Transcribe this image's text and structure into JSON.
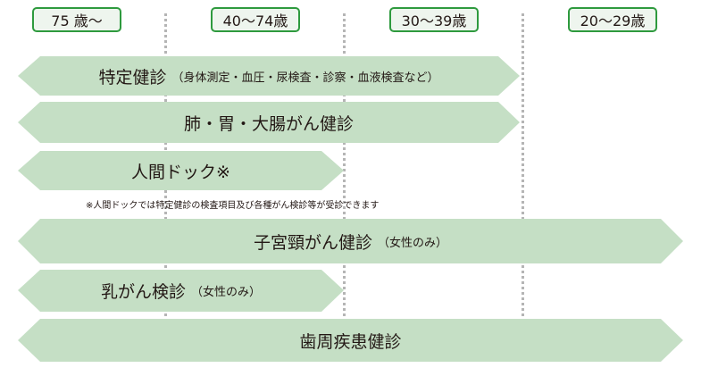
{
  "colors": {
    "fill": "#c5dfc5",
    "border": "#2e9a3e",
    "header_bg": "#eef5ee"
  },
  "age_groups": [
    "75 歳～",
    "40～74歳",
    "30～39歳",
    "20～29歳"
  ],
  "exams": [
    {
      "name": "特定健診",
      "note": "（身体測定・血圧・尿検査・診察・血液検査など）",
      "ages": [
        "75 歳～",
        "40～74歳"
      ]
    },
    {
      "name": "肺・胃・大腸がん健診",
      "note": "",
      "ages": [
        "75 歳～",
        "40～74歳"
      ]
    },
    {
      "name": "人間ドック※",
      "note": "",
      "ages": [
        "75 歳～"
      ]
    },
    {
      "name": "子宮頸がん健診",
      "note": "（女性のみ）",
      "ages": [
        "75 歳～",
        "40～74歳",
        "30～39歳",
        "20～29歳"
      ]
    },
    {
      "name": "乳がん検診",
      "note": "（女性のみ）",
      "ages": [
        "75 歳～"
      ]
    },
    {
      "name": "歯周疾患健診",
      "note": "",
      "ages": [
        "75 歳～",
        "40～74歳",
        "30～39歳",
        "20～29歳"
      ]
    }
  ],
  "footnote": "※人間ドックでは特定健診の検査項目及び各種がん検診等が受診できます"
}
